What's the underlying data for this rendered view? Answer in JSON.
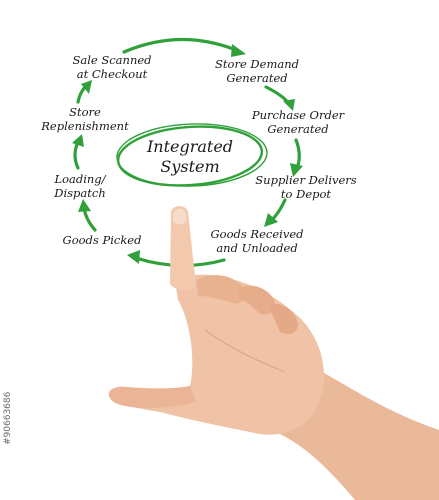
{
  "diagram": {
    "center": {
      "line1": "Integrated",
      "line2": "System"
    },
    "steps": [
      {
        "line1": "Sale Scanned",
        "line2": "at Checkout"
      },
      {
        "line1": "Store Demand",
        "line2": "Generated"
      },
      {
        "line1": "Purchase Order",
        "line2": "Generated"
      },
      {
        "line1": "Supplier Delivers",
        "line2": "to Depot"
      },
      {
        "line1": "Goods Received",
        "line2": "and Unloaded"
      },
      {
        "line1": "Goods Picked",
        "line2": ""
      },
      {
        "line1": "Loading/",
        "line2": "Dispatch"
      },
      {
        "line1": "Store",
        "line2": "Replenishment"
      }
    ],
    "arrow_color": "#2fa03a",
    "ellipse_color": "#2fa03a",
    "text_color": "#1a1a1a"
  },
  "watermark": {
    "id_text": "#90663686"
  }
}
